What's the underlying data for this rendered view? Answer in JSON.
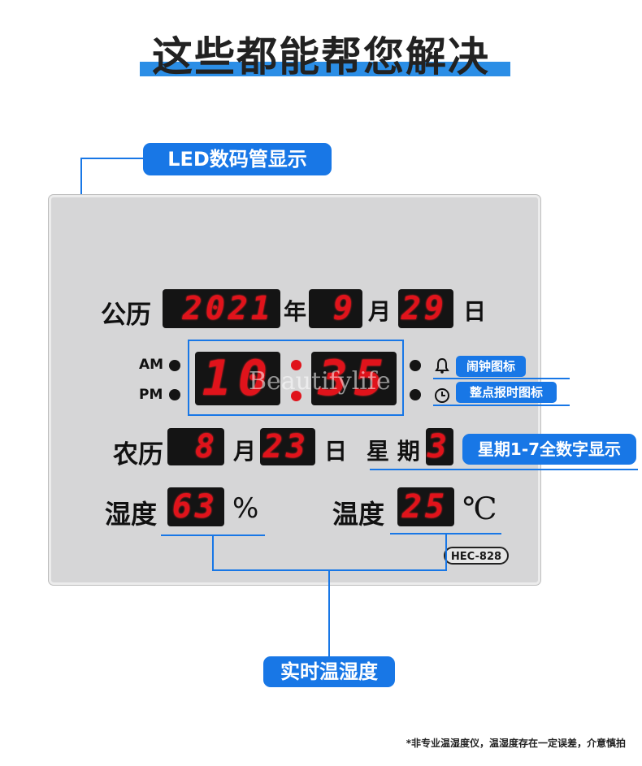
{
  "headline": "这些都能帮您解决",
  "callouts": {
    "led": "LED数码管显示",
    "alarm": "闹钟图标",
    "hourly": "整点报时图标",
    "week": "星期1-7全数字显示",
    "realtime": "实时温湿度"
  },
  "clock": {
    "solar_label": "公历",
    "year": "2021",
    "year_unit": "年",
    "month": "9",
    "month_unit": "月",
    "day": "29",
    "day_unit": "日",
    "am": "AM",
    "pm": "PM",
    "hour": "10",
    "minute": "35",
    "lunar_label": "农历",
    "lunar_month": "8",
    "lunar_month_unit": "月",
    "lunar_day": "23",
    "lunar_day_unit": "日",
    "week_label": "星 期",
    "week": "3",
    "humidity_label": "湿度",
    "humidity": "63",
    "humidity_unit": "%",
    "temp_label": "温度",
    "temp": "25",
    "temp_unit": "℃",
    "model": "HEC-828"
  },
  "watermark": "Beautifylife",
  "footnote": "*非专业温湿度仪，温湿度存在一定误差，介意慎拍",
  "colors": {
    "accent": "#1877e6",
    "led_red": "#e0131b",
    "panel": "#d6d6d7",
    "digit_bg": "#141414"
  },
  "icons": [
    "bell-icon",
    "clock-icon"
  ]
}
